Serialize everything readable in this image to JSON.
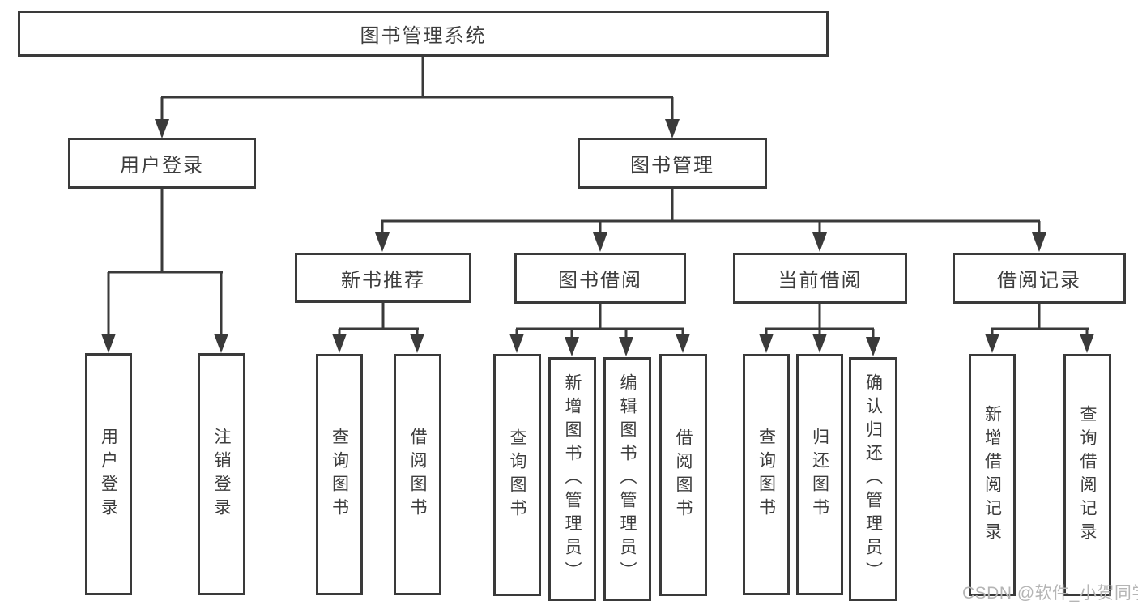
{
  "diagram": {
    "root": {
      "label": "图书管理系统"
    },
    "branches": [
      {
        "label": "用户登录",
        "leaves": [
          {
            "label": "用户登录"
          },
          {
            "label": "注销登录"
          }
        ]
      },
      {
        "label": "图书管理",
        "children": [
          {
            "label": "新书推荐",
            "leaves": [
              {
                "label": "查询图书"
              },
              {
                "label": "借阅图书"
              }
            ]
          },
          {
            "label": "图书借阅",
            "leaves": [
              {
                "label": "查询图书"
              },
              {
                "label": "新增图书（管理员）"
              },
              {
                "label": "编辑图书（管理员）"
              },
              {
                "label": "借阅图书"
              }
            ]
          },
          {
            "label": "当前借阅",
            "leaves": [
              {
                "label": "查询图书"
              },
              {
                "label": "归还图书"
              },
              {
                "label": "确认归还（管理员）"
              }
            ]
          },
          {
            "label": "借阅记录",
            "leaves": [
              {
                "label": "新增借阅记录"
              },
              {
                "label": "查询借阅记录"
              }
            ]
          }
        ]
      }
    ]
  },
  "watermark": {
    "text": "CSDN @软件_小贺同学"
  },
  "colors": {
    "line": "#3a3a3a",
    "box_border": "#3a3a3a",
    "text": "#3d3d3d",
    "watermark": "#b5b5b5",
    "background": "#ffffff"
  }
}
